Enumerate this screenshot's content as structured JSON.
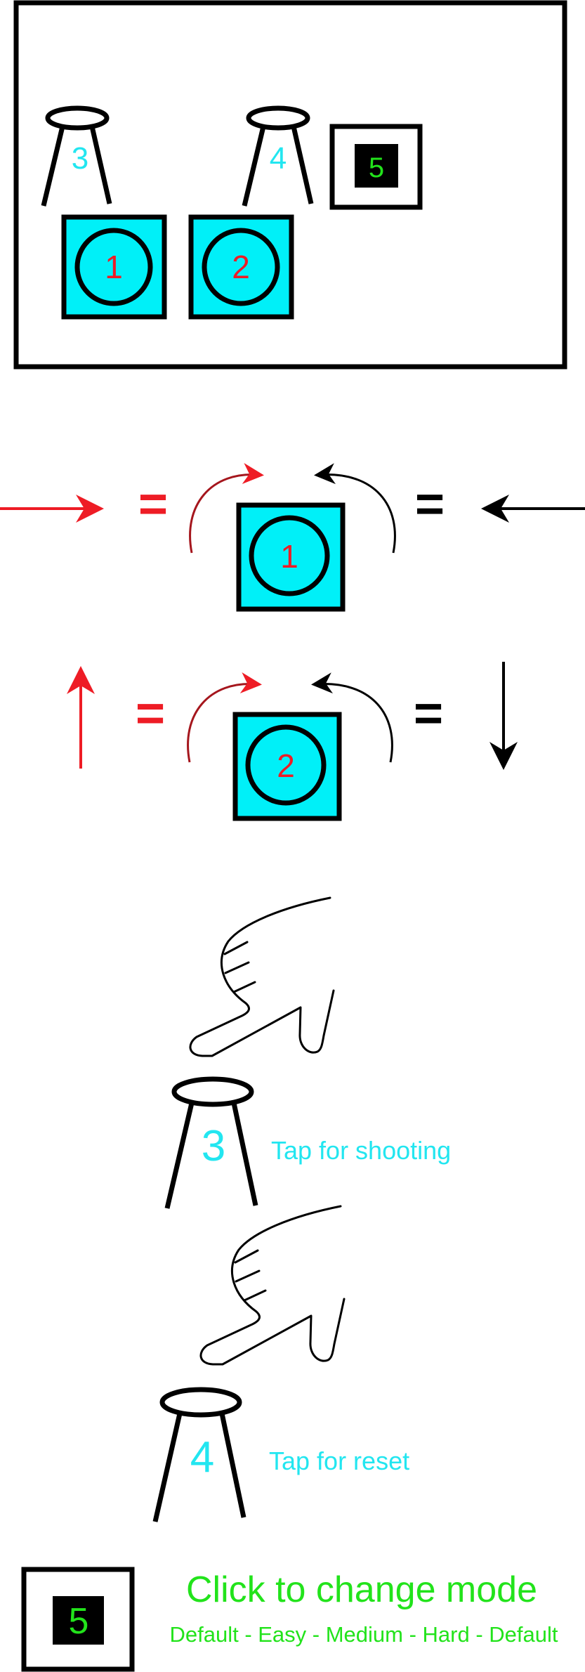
{
  "colors": {
    "cyan": "#00f0f8",
    "red": "#ee1c25",
    "green": "#22e31b",
    "black": "#000000",
    "button_fill": "#000000"
  },
  "preview": {
    "joystick1_number": "1",
    "joystick2_number": "2",
    "stool3_number": "3",
    "stool4_number": "4",
    "button5_number": "5"
  },
  "legend_row1": {
    "joystick_number": "1",
    "equals_left": "=",
    "equals_right": "="
  },
  "legend_row2": {
    "joystick_number": "2",
    "equals_left": "=",
    "equals_right": "="
  },
  "tap_shoot": {
    "stool_number": "3",
    "label": "Tap for shooting",
    "icon": "pointing-hand-icon"
  },
  "tap_reset": {
    "stool_number": "4",
    "label": "Tap for reset",
    "icon": "pointing-hand-icon"
  },
  "mode": {
    "button_number": "5",
    "title": "Click to change mode",
    "cycle": "Default - Easy - Medium - Hard - Default"
  }
}
